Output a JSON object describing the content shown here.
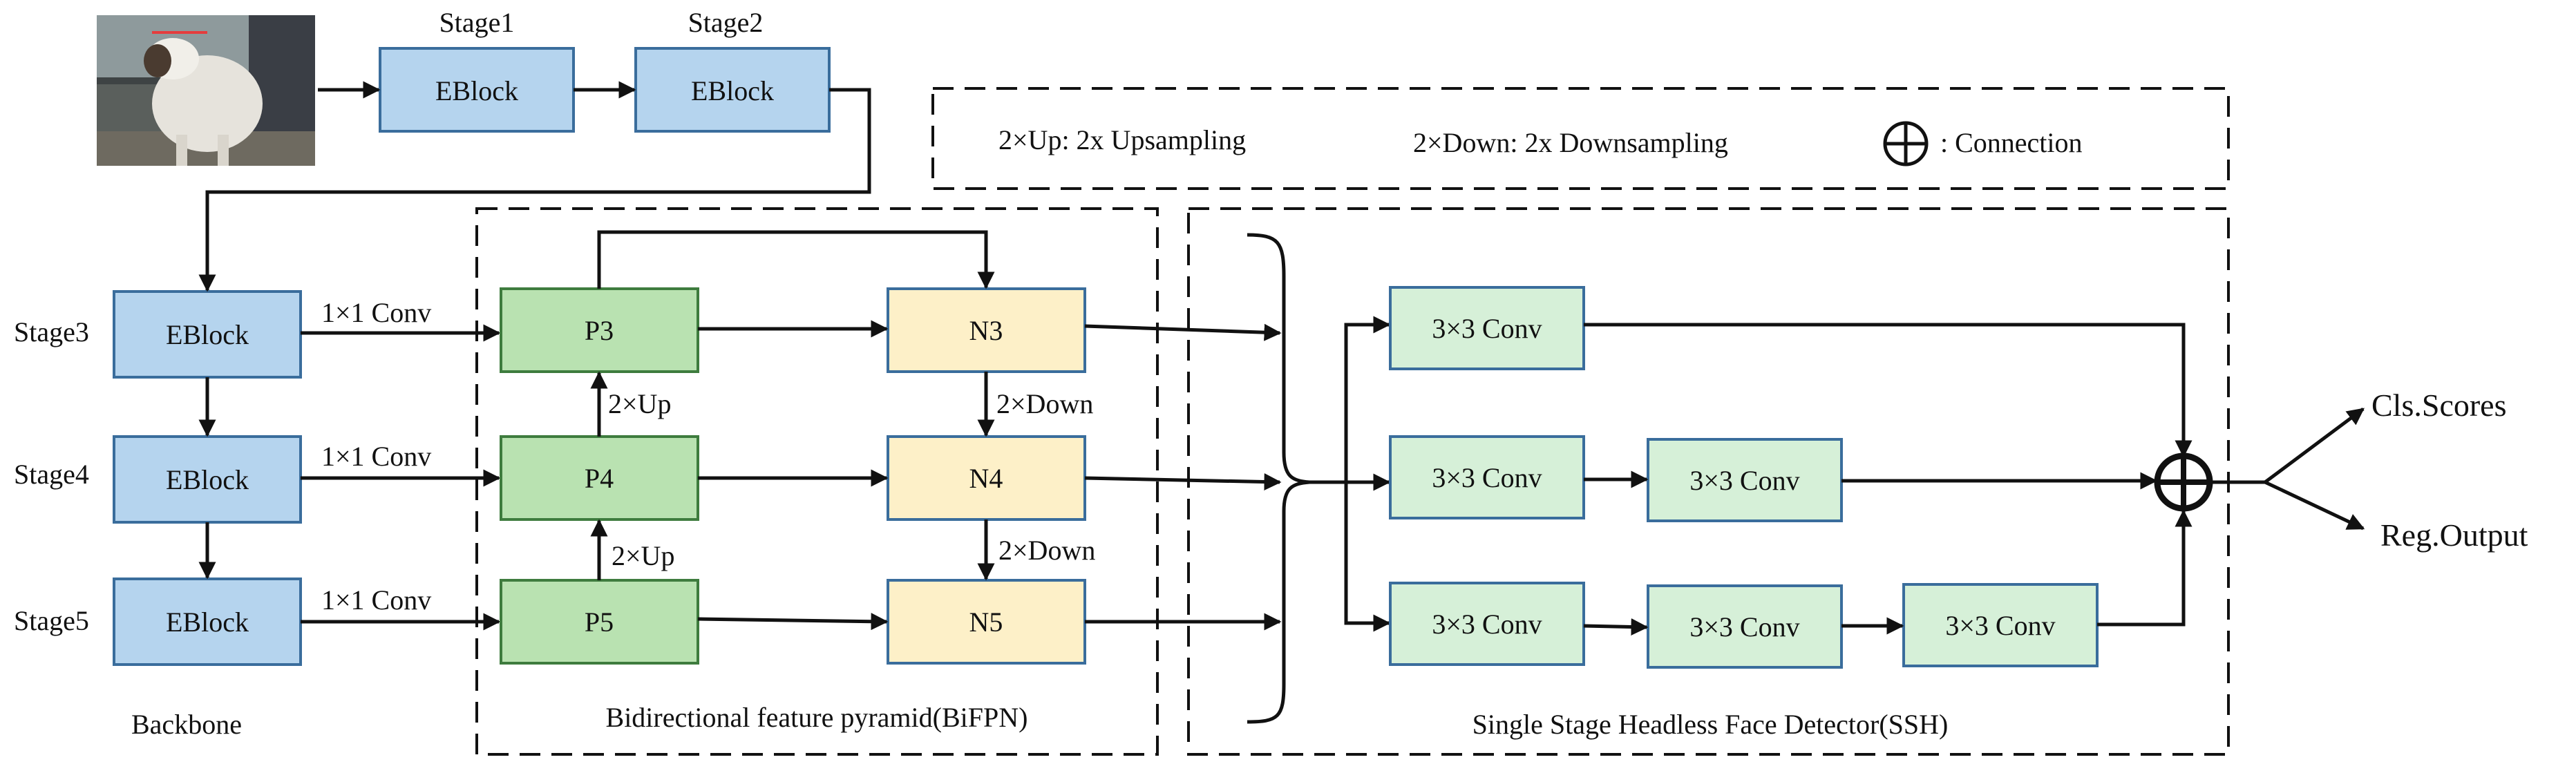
{
  "colors": {
    "eblock_fill": "#b5d4ee",
    "eblock_stroke": "#3a6d9c",
    "p_fill": "#b9e2b1",
    "p_stroke": "#3e7c3e",
    "n_fill": "#fdf0c8",
    "n_stroke": "#3a6d9c",
    "conv_fill": "#d6f0d8",
    "conv_stroke": "#3a6d9c"
  },
  "input_image": {
    "label": "input-photo-sheep"
  },
  "stages": {
    "stage1": "Stage1",
    "stage2": "Stage2",
    "stage3": "Stage3",
    "stage4": "Stage4",
    "stage5": "Stage5"
  },
  "blocks": {
    "eblock": "EBlock",
    "p3": "P3",
    "p4": "P4",
    "p5": "P5",
    "n3": "N3",
    "n4": "N4",
    "n5": "N5",
    "conv3x3": "3×3 Conv"
  },
  "edge_labels": {
    "conv1x1": "1×1 Conv",
    "up2": "2×Up",
    "down2": "2×Down"
  },
  "legend": {
    "up": "2×Up: 2x Upsampling",
    "down": "2×Down: 2x Downsampling",
    "connection": ": Connection"
  },
  "sections": {
    "backbone": "Backbone",
    "bifpn": "Bidirectional feature pyramid(BiFPN)",
    "ssh": "Single Stage Headless Face Detector(SSH)"
  },
  "outputs": {
    "cls": "Cls.Scores",
    "reg": "Reg.Output"
  }
}
